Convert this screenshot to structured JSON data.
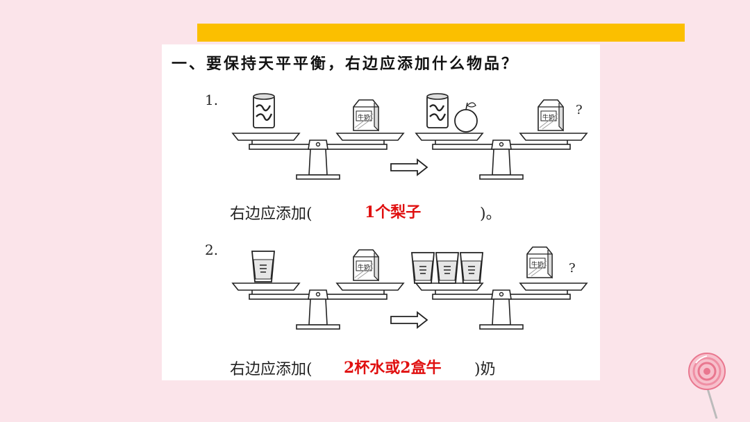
{
  "heading": "一、要保持天平平衡，右边应添加什么物品？",
  "questions": [
    {
      "number": "1.",
      "prompt": "右边应添加(",
      "answer": "1个梨子",
      "close": ")。",
      "question_mark": "?",
      "carton_label": "牛奶"
    },
    {
      "number": "2.",
      "prompt": "右边应添加(",
      "answer": "2杯水或2盒牛",
      "close": ")奶",
      "question_mark": "?",
      "carton_label": "牛奶"
    }
  ],
  "colors": {
    "background": "#fbe4ea",
    "banner": "#fbbf00",
    "answer": "#e01010"
  }
}
